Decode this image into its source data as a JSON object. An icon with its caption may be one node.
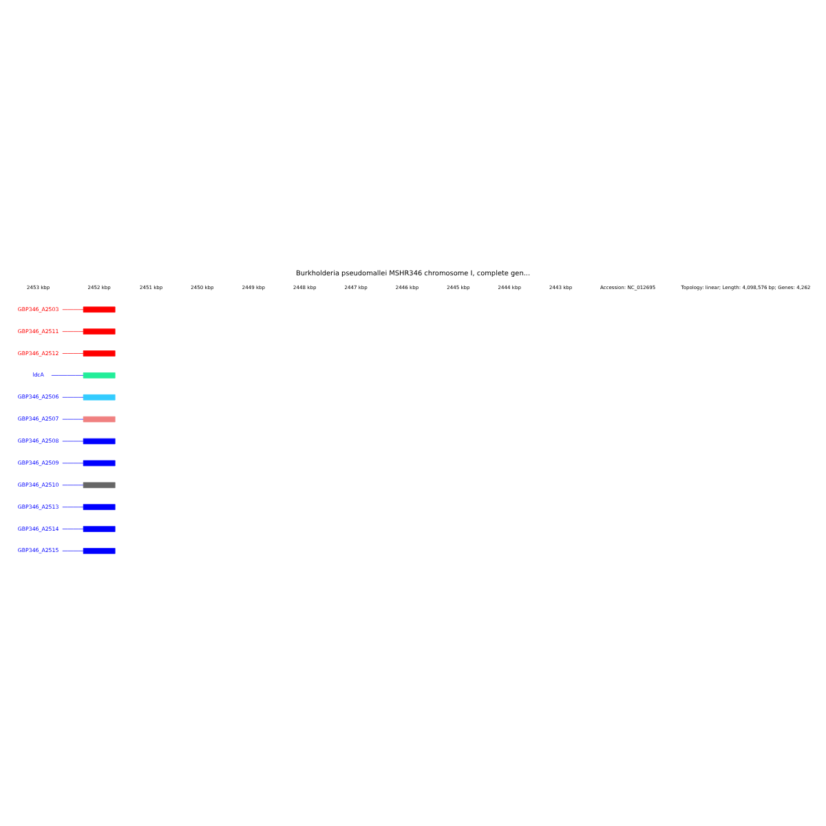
{
  "diagram": {
    "title": "Burkholderia pseudomallei MSHR346 chromosome I, complete gen...",
    "nodes": [
      {
        "text": [
          "GBP346_A2515"
        ]
      },
      {
        "text": [
          "GBP346_A2514"
        ]
      },
      {
        "text": [
          "GBP346_A2513"
        ]
      },
      {
        "text": [
          "GBP346_A2510"
        ]
      },
      {
        "text": [
          "GBP346_A2509"
        ]
      },
      {
        "text": [
          "GBP346_A2508"
        ]
      },
      {
        "text": [
          "GBP346_A2507"
        ]
      },
      {
        "text": [
          "GBP346_A2506"
        ]
      },
      {
        "text": [
          "ldcA"
        ]
      },
      {
        "text": [
          "GBP346_A2512"
        ]
      },
      {
        "text": [
          "GBP346_A2511"
        ]
      },
      {
        "text": [
          "GBP346_A2503"
        ]
      },
      {
        "text": [],
        "shape": "bar"
      },
      {
        "text": [],
        "shape": "bar"
      },
      {
        "text": [],
        "shape": "bar"
      },
      {
        "text": [],
        "shape": "bar"
      },
      {
        "text": [],
        "shape": "bar"
      },
      {
        "text": [],
        "shape": "bar"
      },
      {
        "text": [],
        "shape": "bar"
      },
      {
        "text": [],
        "shape": "bar"
      },
      {
        "text": [],
        "shape": "bar"
      },
      {
        "text": [],
        "shape": "bar"
      },
      {
        "text": [],
        "shape": "bar"
      },
      {
        "text": [],
        "shape": "bar"
      }
    ],
    "edges": [
      {
        "from": 0,
        "to": 12,
        "arrow": "none"
      },
      {
        "from": 1,
        "to": 13,
        "arrow": "none"
      },
      {
        "from": 2,
        "to": 14,
        "arrow": "none"
      },
      {
        "from": 3,
        "to": 15,
        "arrow": "none"
      },
      {
        "from": 4,
        "to": 16,
        "arrow": "none"
      },
      {
        "from": 5,
        "to": 17,
        "arrow": "none"
      },
      {
        "from": 6,
        "to": 18,
        "arrow": "none"
      },
      {
        "from": 7,
        "to": 19,
        "arrow": "none"
      },
      {
        "from": 8,
        "to": 20,
        "arrow": "none"
      },
      {
        "from": 9,
        "to": 21,
        "arrow": "none",
        "color": "#ff0000"
      },
      {
        "from": 10,
        "to": 22,
        "arrow": "none",
        "color": "#ff0000"
      },
      {
        "from": 11,
        "to": 23,
        "arrow": "none",
        "color": "#ff0000"
      }
    ],
    "labels": [
      "2453 kbp",
      "2452 kbp",
      "2451 kbp",
      "2450 kbp",
      "2449 kbp",
      "2448 kbp",
      "2447 kbp",
      "2446 kbp",
      "2445 kbp",
      "2444 kbp",
      "2443 kbp",
      "Accession: NC_012695",
      "Topology: linear; Length: 4,098,576 bp; Genes: 4,262"
    ]
  }
}
